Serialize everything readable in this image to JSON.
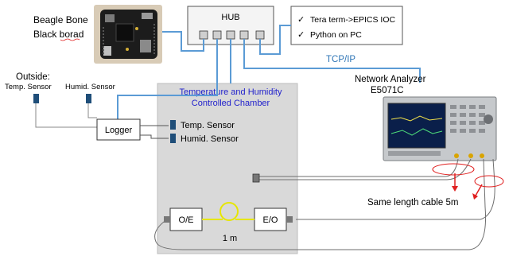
{
  "board": {
    "label_line1": "Beagle Bone",
    "label_line2": "Black borad"
  },
  "hub": {
    "label": "HUB"
  },
  "software": {
    "items": [
      "Tera term->EPICS IOC",
      "Python on PC"
    ],
    "check_glyph": "✓"
  },
  "link": {
    "label": "TCP/IP"
  },
  "analyzer": {
    "label_line1": "Network Analyzer",
    "label_line2": "E5071C"
  },
  "outside": {
    "heading": "Outside:",
    "temp_label": "Temp. Sensor",
    "humid_label": "Humid. Sensor"
  },
  "logger": {
    "label": "Logger"
  },
  "chamber": {
    "title_line1": "Temperature and Humidity",
    "title_line2": "Controlled Chamber",
    "temp_label": "Temp. Sensor",
    "humid_label": "Humid. Sensor"
  },
  "optical": {
    "oe_label": "O/E",
    "eo_label": "E/O",
    "fiber_label": "1 m"
  },
  "cable": {
    "label": "Same length cable 5m"
  },
  "colors": {
    "blue_wire": "#5b9bd5",
    "chamber_fill": "#d9d9d9",
    "sensor_fill": "#1f4e79",
    "chamber_title": "#2222cc",
    "link_label": "#2e75b6",
    "fiber": "#e6e600",
    "annotation_red": "#e02020",
    "hub_fill": "#f4f4f4"
  }
}
